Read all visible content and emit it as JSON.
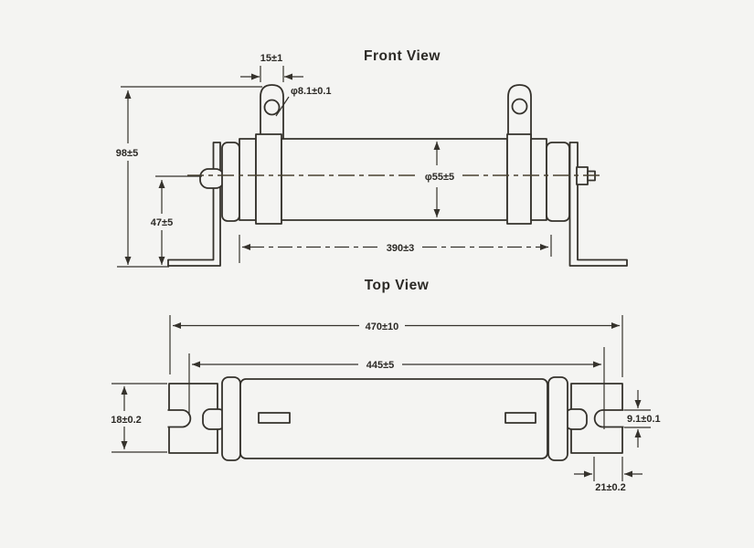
{
  "titles": {
    "front": "Front View",
    "top": "Top View"
  },
  "front_view": {
    "dim_tab_width": "15±1",
    "dim_hole_diameter": "φ8.1±0.1",
    "dim_overall_height": "98±5",
    "dim_center_height": "47±5",
    "dim_body_diameter": "φ55±5",
    "dim_body_length": "390±3"
  },
  "top_view": {
    "dim_overall_length": "470±10",
    "dim_slot_span": "445±5",
    "dim_bracket_width": "18±0.2",
    "dim_slot_width": "9.1±0.1",
    "dim_bracket_length": "21±0.2"
  }
}
